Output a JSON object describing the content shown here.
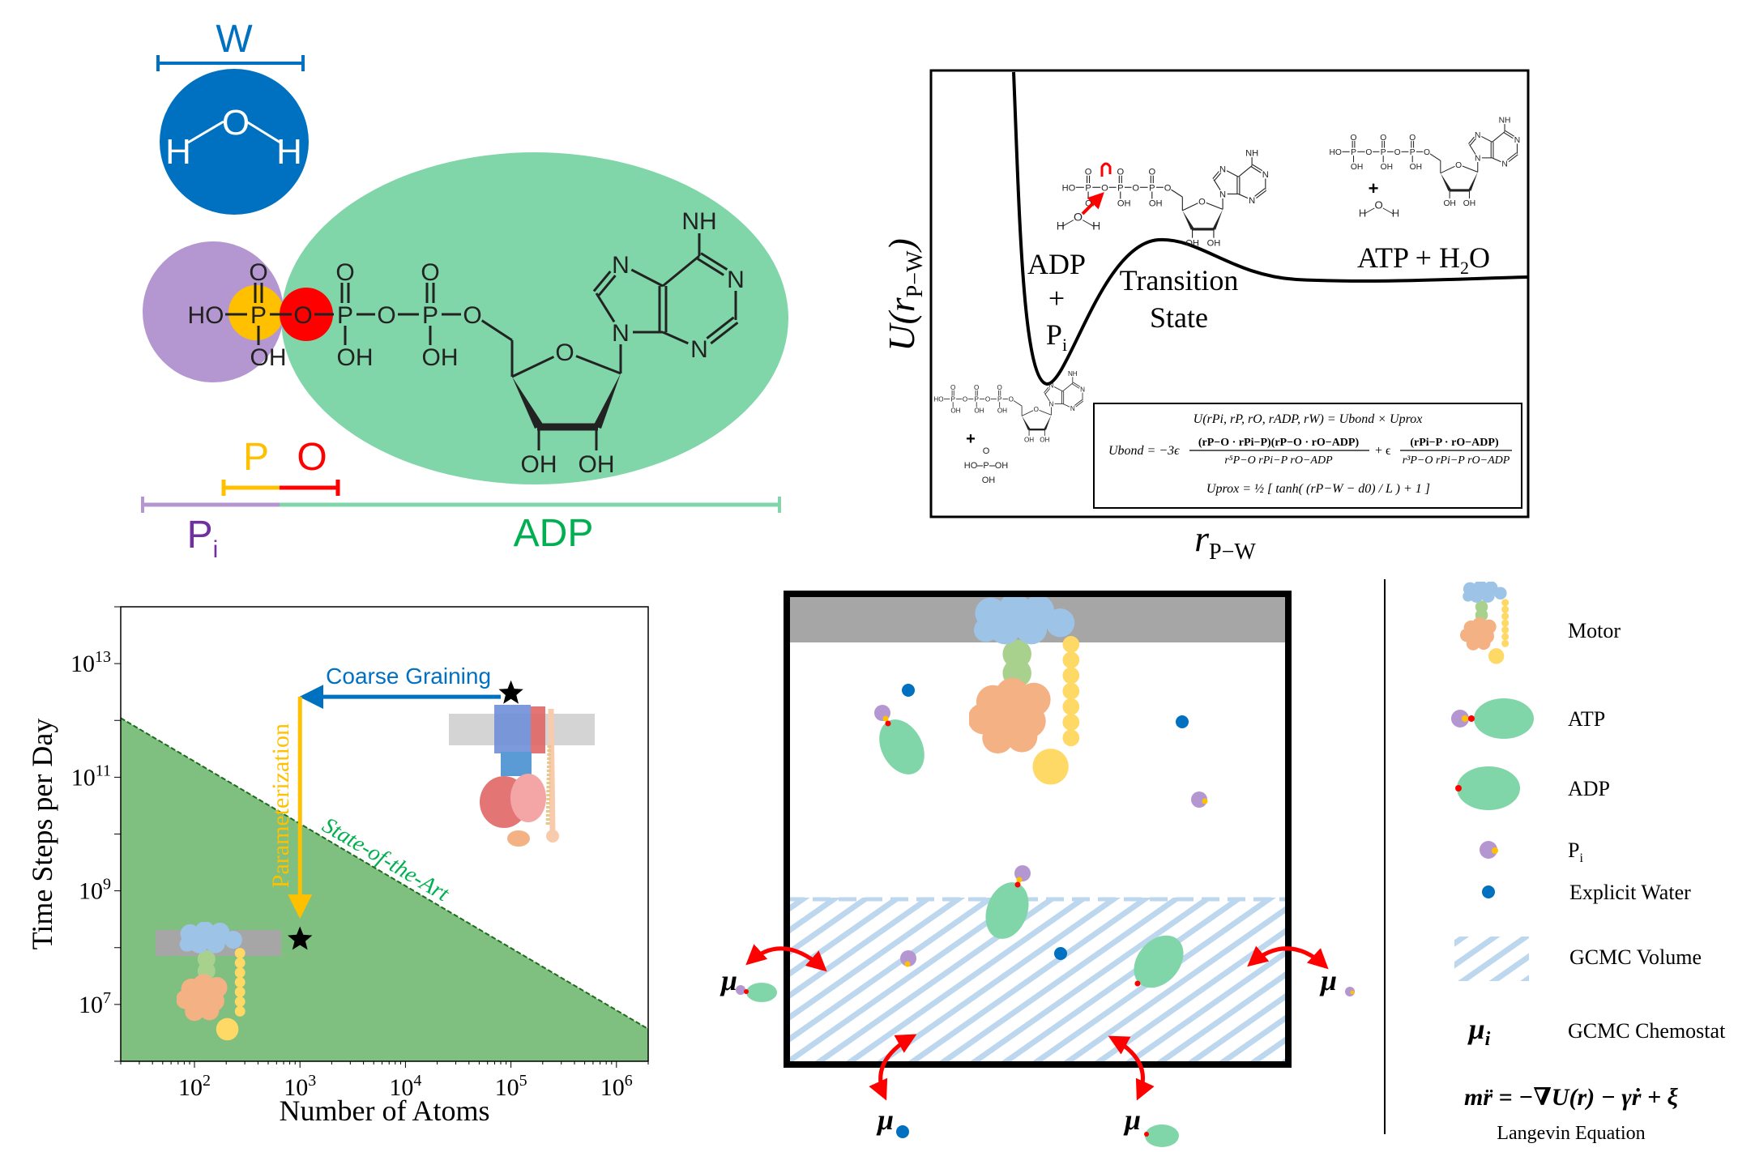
{
  "panel_a": {
    "water_label": "W",
    "water_atoms": {
      "h": "H",
      "o": "O"
    },
    "p_label": "P",
    "o_label": "O",
    "pi_label": {
      "base": "P",
      "sub": "i"
    },
    "adp_label": "ADP",
    "colors": {
      "water": "#0070c0",
      "pi": "#b497d0",
      "adp": "#80d6a8",
      "p": "#ffc000",
      "o": "#ff0000",
      "pi_text": "#7030a0",
      "adp_text": "#00b050"
    }
  },
  "molecule_atoms": {
    "HO": "HO",
    "P": "P",
    "O": "O",
    "OH": "OH",
    "N": "N",
    "NH": "NH",
    "sub2": "2"
  },
  "panel_b": {
    "y_label": {
      "pre": "U(",
      "var": "r",
      "sub": "P−W",
      "post": ")"
    },
    "x_label": {
      "var": "r",
      "sub": "P−W"
    },
    "left_state": {
      "line1": "ADP",
      "line2": "+",
      "line3_base": "P",
      "line3_sub": "i"
    },
    "transition": {
      "line1": "Transition",
      "line2": "State"
    },
    "right_state": {
      "pre": "ATP + H",
      "sub": "2",
      "post": "O"
    },
    "plus": "+",
    "equations": {
      "line1": "U(rPi, rP, rO, rADP, rW) = Ubond × Uprox",
      "ubond_lhs": "Ubond = −3ϵ",
      "frac1_num": "(rP−O · rPi−P)(rP−O · rO−ADP)",
      "frac1_den": "r⁵P−O rPi−P rO−ADP",
      "plus_eps": "+ ϵ",
      "frac2_num": "(rPi−P · rO−ADP)",
      "frac2_den": "r³P−O rPi−P rO−ADP",
      "uprox_lhs": "Uprox = ½",
      "uprox_rhs": "[ tanh( (rP−W − d0) / L ) + 1 ]"
    }
  },
  "chart_data": {
    "type": "area",
    "title": "",
    "xlabel": "Number of Atoms",
    "ylabel": "Time Steps per Day",
    "x_scale": "log",
    "y_scale": "log",
    "xlim": [
      20,
      2000000
    ],
    "ylim": [
      1000000,
      100000000000000
    ],
    "tick_base": "10",
    "x_tick_exponents": [
      2,
      3,
      4,
      5,
      6
    ],
    "y_tick_exponents": [
      7,
      9,
      11,
      13
    ],
    "series": [
      {
        "name": "State-of-the-Art",
        "points": [
          [
            20,
            1100000000000
          ],
          [
            2000000,
            3700000
          ]
        ],
        "fill": "below",
        "color": "#7fbf7f"
      }
    ],
    "markers": [
      {
        "name": "all-atom motor",
        "x": 100000,
        "y": 3000000000000,
        "symbol": "star"
      },
      {
        "name": "coarse-grained motor",
        "x": 1000,
        "y": 140000000,
        "symbol": "star"
      }
    ],
    "arrows": [
      {
        "label": "Coarse Graining",
        "from": [
          80000,
          2600000000000
        ],
        "to": [
          1000,
          2600000000000
        ],
        "color": "#0070c0"
      },
      {
        "label": "Parameterization",
        "from": [
          1000,
          2600000000000
        ],
        "to": [
          1000,
          380000000
        ],
        "color": "#ffc000"
      }
    ],
    "annotation": {
      "text": "State-of-the-Art",
      "color": "#00b050"
    },
    "grid": false
  },
  "panel_d": {
    "chemostat_symbol": "μ",
    "colors": {
      "membrane": "#a6a6a6",
      "hatch": "#9dc3e6",
      "arrow": "#ff0000"
    }
  },
  "legend": {
    "items": [
      {
        "label": "Motor"
      },
      {
        "label": "ATP"
      },
      {
        "label": "ADP"
      },
      {
        "label_base": "P",
        "label_sub": "i"
      },
      {
        "label": "Explicit Water"
      },
      {
        "label": "GCMC Volume"
      },
      {
        "symbol_base": "μ",
        "symbol_sub": "i",
        "label": "GCMC Chemostat"
      }
    ],
    "langevin_eq": "mr̈ = −∇U(r) − γṙ + ξ",
    "langevin_label": "Langevin Equation"
  }
}
